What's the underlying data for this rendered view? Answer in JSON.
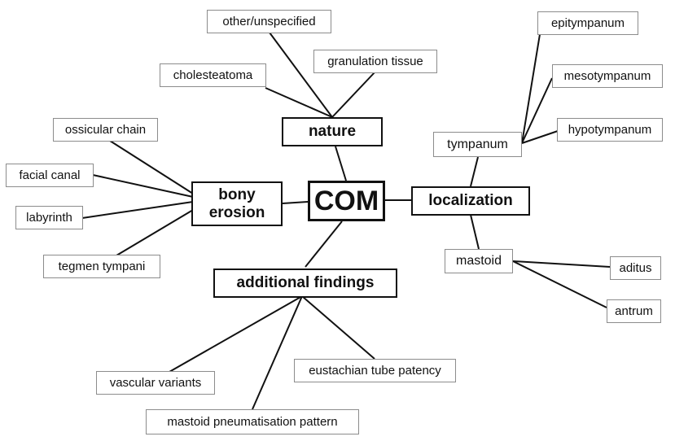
{
  "center": "COM",
  "categories": {
    "nature": "nature",
    "localization": "localization",
    "bony_erosion_line1": "bony",
    "bony_erosion_line2": "erosion",
    "additional_findings": "additional findings"
  },
  "nature_items": {
    "other": "other/unspecified",
    "granulation": "granulation tissue",
    "cholesteatoma": "cholesteatoma"
  },
  "bony_items": {
    "ossicular": "ossicular chain",
    "facial": "facial canal",
    "labyrinth": "labyrinth",
    "tegmen": "tegmen tympani"
  },
  "localization_items": {
    "tympanum": "tympanum",
    "mastoid": "mastoid",
    "epitympanum": "epitympanum",
    "mesotympanum": "mesotympanum",
    "hypotympanum": "hypotympanum",
    "aditus": "aditus",
    "antrum": "antrum"
  },
  "additional_items": {
    "vascular": "vascular variants",
    "eustachian": "eustachian tube patency",
    "pneumatisation": "mastoid pneumatisation pattern"
  }
}
